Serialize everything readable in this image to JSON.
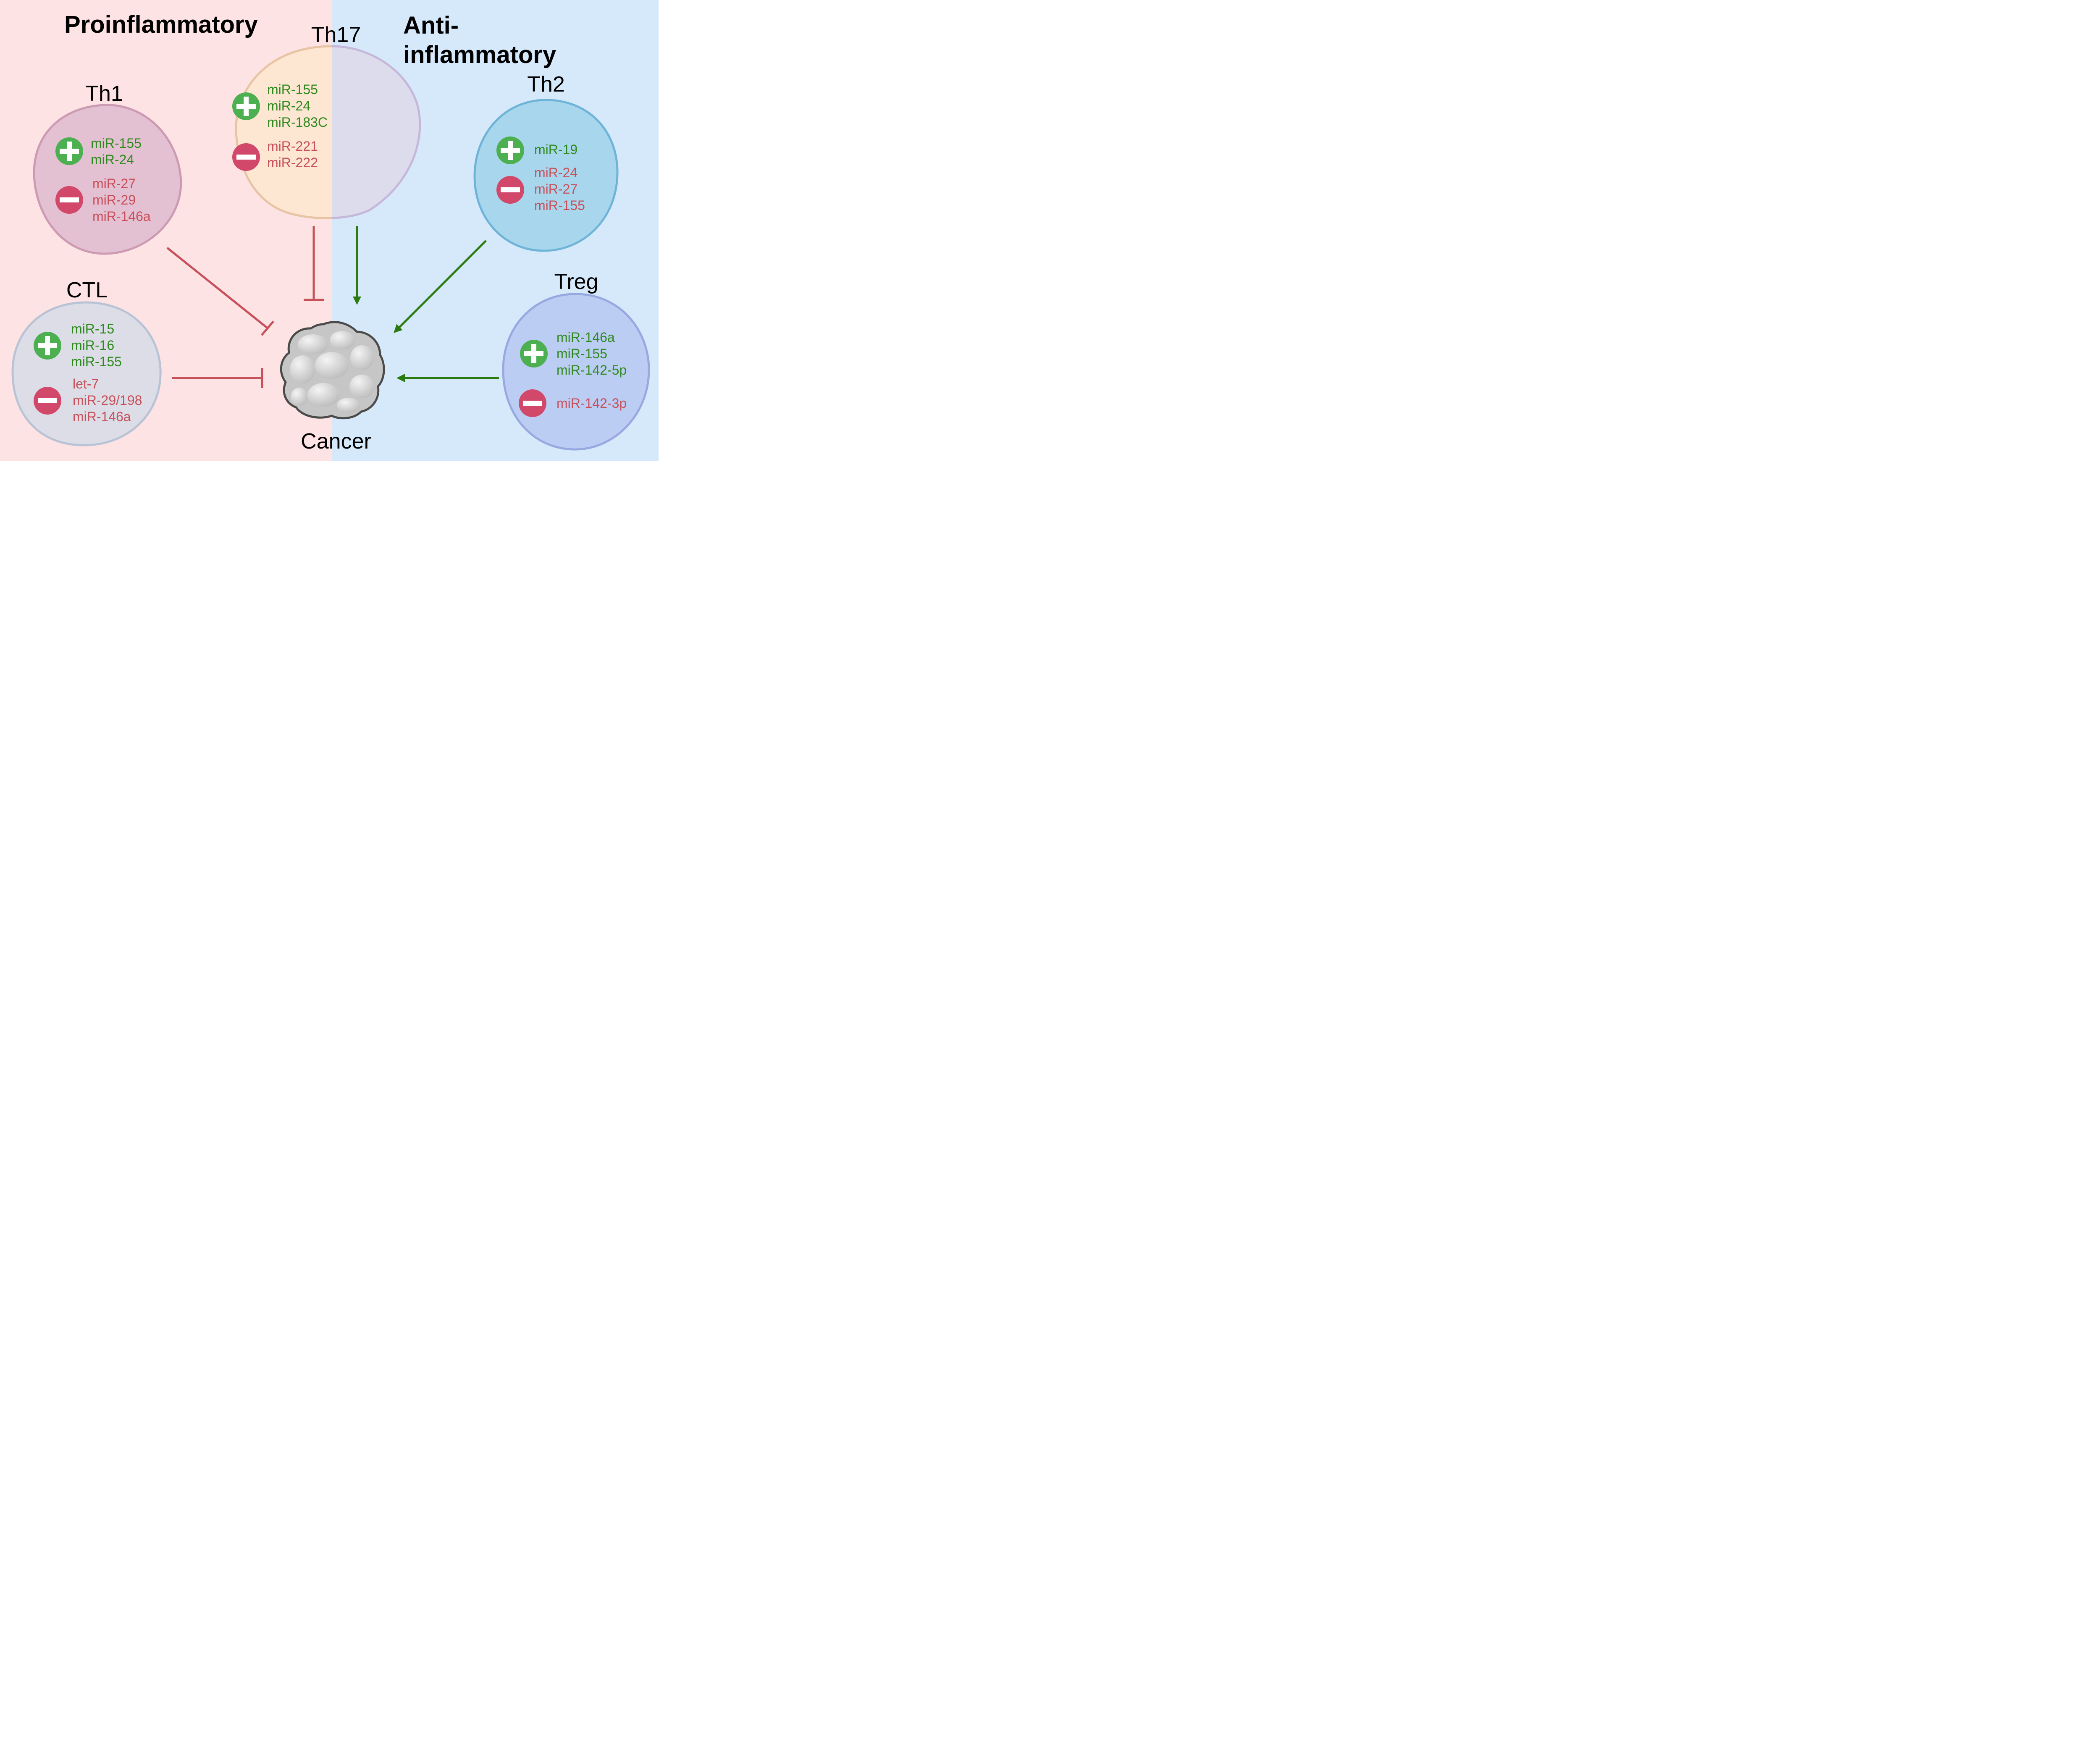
{
  "colors": {
    "pro_bg": "#fde3e3",
    "anti_bg": "#d6e9fb",
    "upregulated": "#2f8a1e",
    "downregulated": "#c8505a",
    "plus_badge": "#4caf50",
    "minus_badge": "#d1486a",
    "stimulate_arrow": "#2a7a0e",
    "inhibit_arrow": "#c8505a"
  },
  "headings": {
    "pro": "Proinflammatory",
    "anti_line1": "Anti-",
    "anti_line2": "inflammatory"
  },
  "cells": {
    "th1": {
      "title": "Th1",
      "up": [
        "miR-155",
        "miR-24"
      ],
      "down": [
        "miR-27",
        "miR-29",
        "miR-146a"
      ]
    },
    "th17": {
      "title": "Th17",
      "up": [
        "miR-155",
        "miR-24",
        "miR-183C"
      ],
      "down": [
        "miR-221",
        "miR-222"
      ]
    },
    "th2": {
      "title": "Th2",
      "up": [
        "miR-19"
      ],
      "down": [
        "miR-24",
        "miR-27",
        "miR-155"
      ]
    },
    "ctl": {
      "title": "CTL",
      "up": [
        "miR-15",
        "miR-16",
        "miR-155"
      ],
      "down": [
        "let-7",
        "miR-29/198",
        "miR-146a"
      ]
    },
    "treg": {
      "title": "Treg",
      "up": [
        "miR-146a",
        "miR-155",
        "miR-142-5p"
      ],
      "down": [
        "miR-142-3p"
      ]
    }
  },
  "target": {
    "label": "Cancer"
  },
  "badges": {
    "plus": "plus-icon",
    "minus": "minus-icon"
  },
  "edges": [
    {
      "from": "Th1",
      "to": "Cancer",
      "effect": "inhibits"
    },
    {
      "from": "CTL",
      "to": "Cancer",
      "effect": "inhibits"
    },
    {
      "from": "Th17",
      "to": "Cancer",
      "effect": "inhibits"
    },
    {
      "from": "Th17",
      "to": "Cancer",
      "effect": "promotes"
    },
    {
      "from": "Th2",
      "to": "Cancer",
      "effect": "promotes"
    },
    {
      "from": "Treg",
      "to": "Cancer",
      "effect": "promotes"
    }
  ]
}
